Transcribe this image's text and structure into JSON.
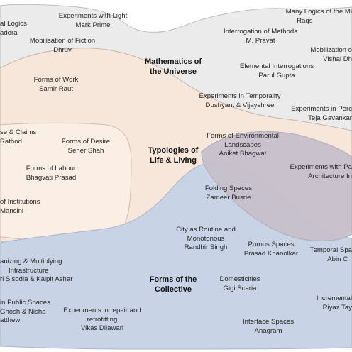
{
  "colors": {
    "universe_fill": "#ebebeb",
    "living_fill": "#f7e6da",
    "living_core_fill": "#fbeee4",
    "collective_fill": "#c9d3e6",
    "overlap_fill": "#c7c0cc",
    "outline": "#b9b9b9",
    "text": "#262626"
  },
  "categories": {
    "universe": {
      "line1": "Mathematics of",
      "line2": "the Universe"
    },
    "living": {
      "line1": "Typologies  of",
      "line2": "Life & Living"
    },
    "collective": {
      "line1": "Forms of the",
      "line2": "Collective"
    }
  },
  "items": [
    {
      "id": "experiments-light",
      "line1": "Experiments with Light",
      "line2": "Mark Prime"
    },
    {
      "id": "logics-left",
      "line1": "al Logics",
      "line2": "adora"
    },
    {
      "id": "mobilisation-fiction",
      "line1": "Mobilisation of Fiction",
      "line2": "Dhruv"
    },
    {
      "id": "many-logics",
      "line1": "Many Logics of the Mi",
      "line2": "Raqs"
    },
    {
      "id": "interrogation-methods",
      "line1": "Interrogation of Methods",
      "line2": "M. Pravat"
    },
    {
      "id": "mobilization-right",
      "line1": "Mobilization o",
      "line2": "Vishal Dh"
    },
    {
      "id": "elemental-interrogations",
      "line1": "Elemental Interrogations",
      "line2": "Parul Gupta"
    },
    {
      "id": "forms-work",
      "line1": "Forms of Work",
      "line2": "Samir Raut"
    },
    {
      "id": "experiments-temporality",
      "line1": "Experiments in Temporality",
      "line2": "Dushyant & Vijayshree"
    },
    {
      "id": "experiments-perc",
      "line1": "Experiments in Perc",
      "line2": "Teja Gavankar"
    },
    {
      "id": "claims",
      "line1": "se & Claims",
      "line2": "Rathod"
    },
    {
      "id": "forms-desire",
      "line1": "Forms of Desire",
      "line2": "Seher Shah"
    },
    {
      "id": "forms-environmental",
      "line1": "Forms of Environmental",
      "line2": "Landscapes",
      "line3": "Aniket Bhagwat"
    },
    {
      "id": "forms-labour",
      "line1": "Forms of Labour",
      "line2": "Bhagvati Prasad"
    },
    {
      "id": "experiments-pa",
      "line1": "Experiments with Pa",
      "line2": "Architecture In"
    },
    {
      "id": "folding-spaces",
      "line1": "Folding Spaces",
      "line2": "Zameer Busrie"
    },
    {
      "id": "institutions",
      "line1": "of Institutions",
      "line2": "Mancini"
    },
    {
      "id": "city-routine",
      "line1": "City as Routine and",
      "line2": "Monotonous",
      "line3": "Randhir Singh"
    },
    {
      "id": "porous-spaces",
      "line1": "Porous Spaces",
      "line2": "Prasad Khanolkar"
    },
    {
      "id": "temporal-spa",
      "line1": "Temporal Spa",
      "line2": "Abin C"
    },
    {
      "id": "organizing",
      "line1": "anizing & Multiplying",
      "line2": "Infrastructure",
      "line3": "ri Sisodia & Kalpit Ashar"
    },
    {
      "id": "domesticities",
      "line1": "Domesticities",
      "line2": "Gigi Scaria"
    },
    {
      "id": "incremental",
      "line1": "Incremental",
      "line2": "Riyaz Tay"
    },
    {
      "id": "public-spaces",
      "line1": "in Public Spaces",
      "line2": "Ghosh & Nisha",
      "line3": "atthew"
    },
    {
      "id": "repair-retrofitting",
      "line1": "Experiments in repair and",
      "line2": "retrofitting",
      "line3": "Vikas Dilawari"
    },
    {
      "id": "interface-spaces",
      "line1": "Interface Spaces",
      "line2": "Anagram"
    }
  ]
}
